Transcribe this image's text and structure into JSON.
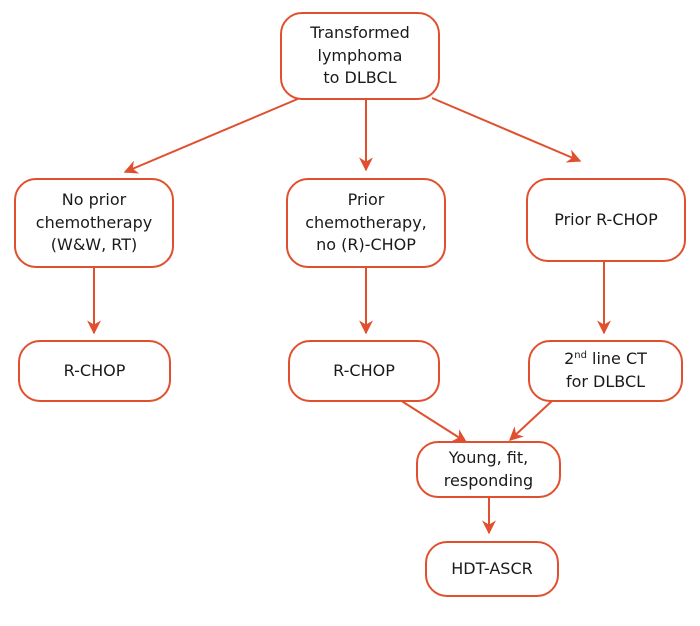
{
  "nodes": {
    "transformed": [
      "Transformed",
      "lymphoma",
      "to DLBCL"
    ],
    "no_prior": [
      "No prior",
      "chemotherapy",
      "(W&W, RT)"
    ],
    "prior_chemo": [
      "Prior",
      "chemotherapy,",
      "no (R)-CHOP"
    ],
    "prior_rchop": [
      "Prior R-CHOP"
    ],
    "rchop_left": [
      "R-CHOP"
    ],
    "rchop_mid": [
      "R-CHOP"
    ],
    "second_line": {
      "ordinal_num": "2",
      "ordinal_sup": "nd",
      "line1_rest": " line CT",
      "line2": "for DLBCL"
    },
    "young_fit": [
      "Young, fit,",
      "responding"
    ],
    "hdt": [
      "HDT-ASCR"
    ]
  },
  "colors": {
    "accent": "#e0502f",
    "text": "#1a1a1a",
    "background": "#ffffff"
  }
}
